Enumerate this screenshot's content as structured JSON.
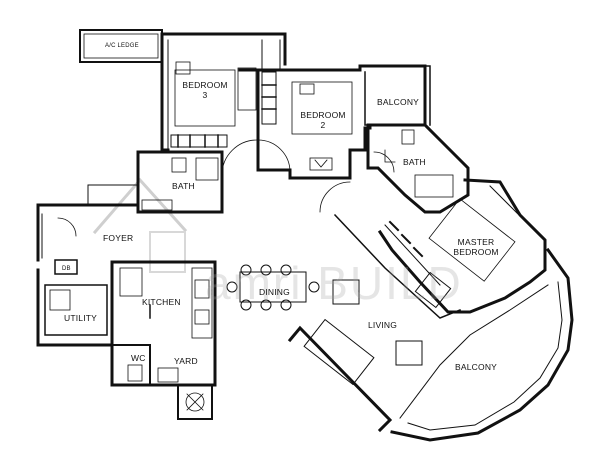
{
  "rooms": {
    "ac_ledge": "A/C LEDGE",
    "bedroom3": [
      "BEDROOM",
      "3"
    ],
    "bedroom2": [
      "BEDROOM",
      "2"
    ],
    "balcony_top": "BALCONY",
    "bath_left": "BATH",
    "bath_right": "BATH",
    "master": [
      "MASTER",
      "BEDROOM"
    ],
    "foyer": "FOYER",
    "db": "DB",
    "utility": "UTILITY",
    "kitchen": "KITCHEN",
    "dining": "DINING",
    "living": "LIVING",
    "wc": "WC",
    "yard": "YARD",
    "balcony_bottom": "BALCONY"
  },
  "watermark": "amri BUILD"
}
